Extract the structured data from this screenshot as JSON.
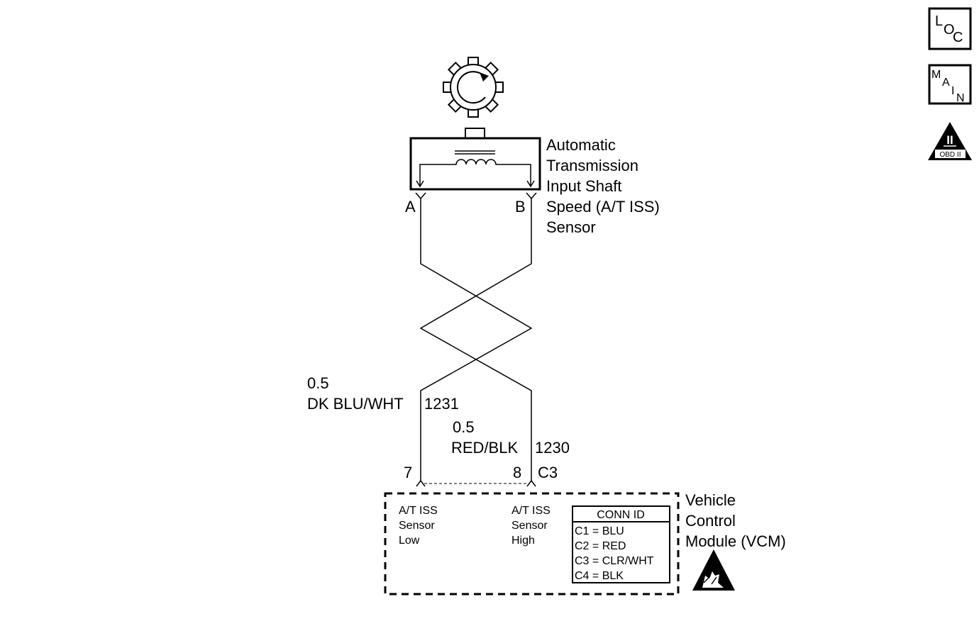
{
  "nav": {
    "loc": {
      "letters": [
        "L",
        "O",
        "C"
      ]
    },
    "main": {
      "letters": [
        "M",
        "A",
        "I",
        "N"
      ]
    },
    "obd": {
      "roman": "II",
      "label": "OBD II"
    }
  },
  "sensor": {
    "name_lines": [
      "Automatic",
      "Transmission",
      "Input Shaft",
      "Speed (A/T ISS)",
      "Sensor"
    ],
    "pin_a": "A",
    "pin_b": "B"
  },
  "wires": [
    {
      "gauge": "0.5",
      "color": "DK BLU/WHT",
      "circuit": "1231"
    },
    {
      "gauge": "0.5",
      "color": "RED/BLK",
      "circuit": "1230"
    }
  ],
  "connector": {
    "pins": [
      "7",
      "8"
    ],
    "id": "C3"
  },
  "module": {
    "name_lines": [
      "Vehicle",
      "Control",
      "Module (VCM)"
    ],
    "low_lines": [
      "A/T ISS",
      "Sensor",
      "Low"
    ],
    "high_lines": [
      "A/T ISS",
      "Sensor",
      "High"
    ],
    "conn_table": {
      "header": "CONN ID",
      "rows": [
        "C1 = BLU",
        "C2 = RED",
        "C3 = CLR/WHT",
        "C4 = BLK"
      ]
    }
  }
}
